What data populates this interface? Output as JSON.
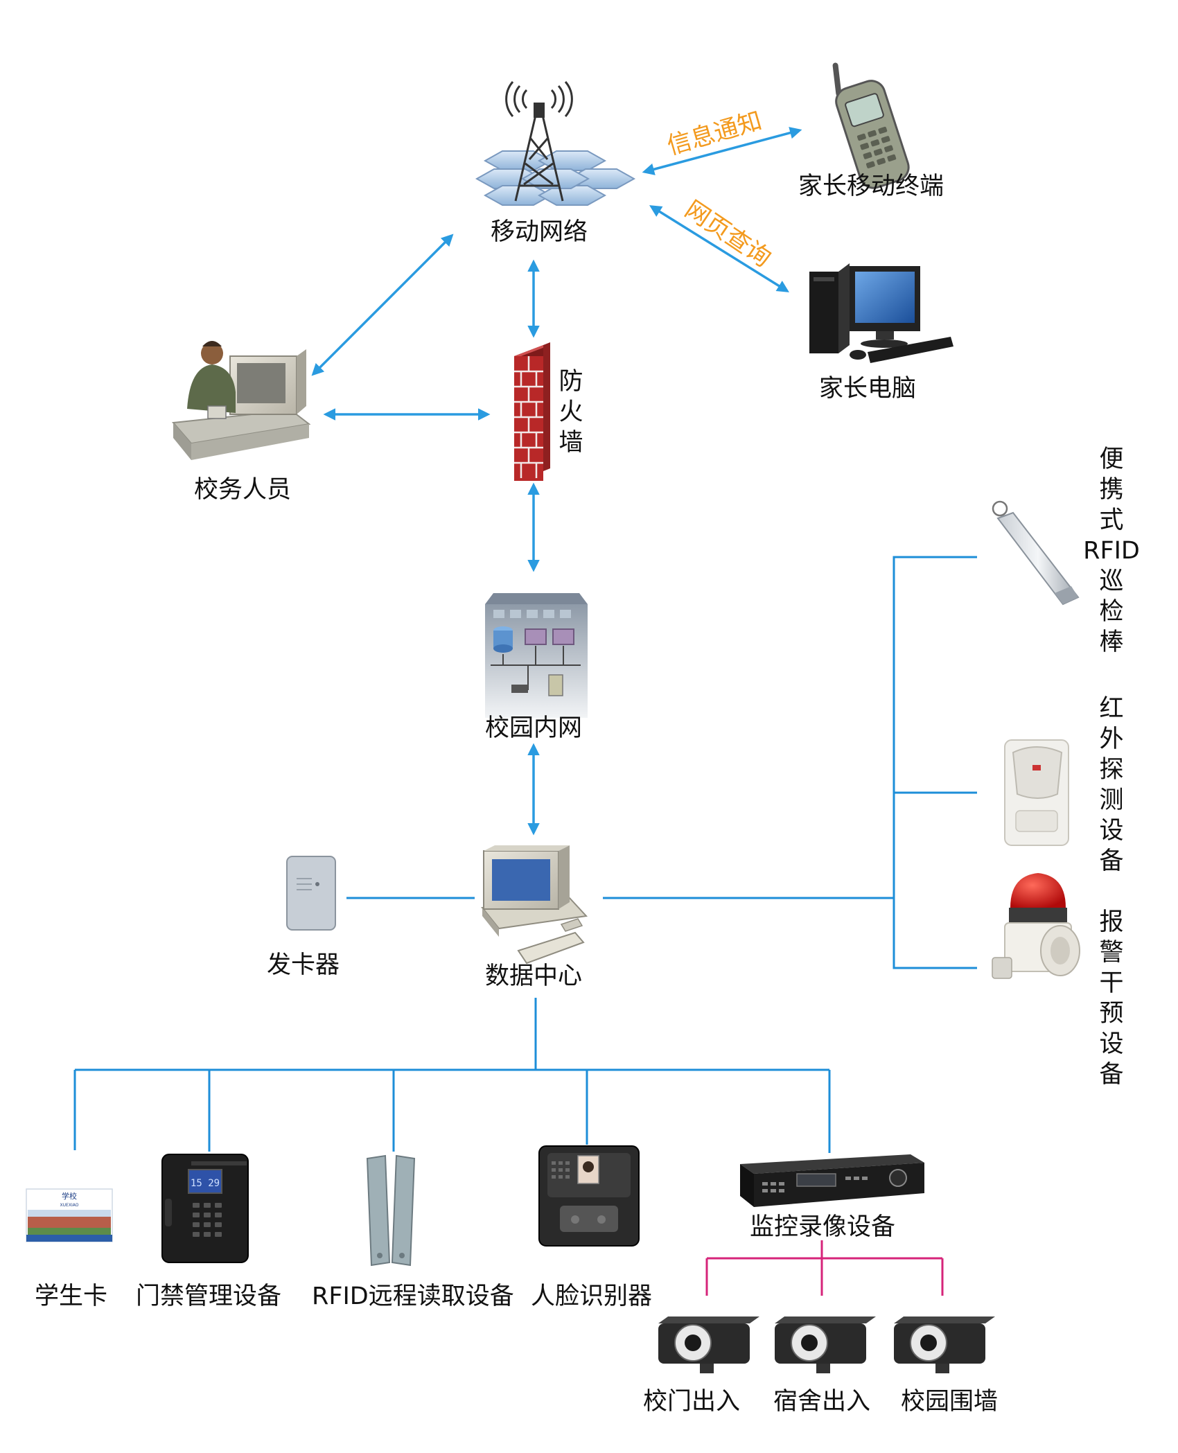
{
  "nodes": {
    "mobile_network": "移动网络",
    "parent_mobile": "家长移动终端",
    "parent_pc": "家长电脑",
    "staff": "校务人员",
    "firewall": [
      "防",
      "火",
      "墙"
    ],
    "campus_lan": "校园内网",
    "card_issuer": "发卡器",
    "data_center": "数据中心",
    "rfid_patrol": [
      "便",
      "携",
      "式",
      "RFID",
      "巡",
      "检",
      "棒"
    ],
    "infrared": [
      "红",
      "外",
      "探",
      "测",
      "设",
      "备"
    ],
    "alarm": [
      "报",
      "警",
      "干",
      "预",
      "设",
      "备"
    ],
    "student_card": "学生卡",
    "access_control": "门禁管理设备",
    "rfid_reader": "RFID远程读取设备",
    "face_recognition": "人脸识别器",
    "video_recorder": "监控录像设备",
    "camera_gate": "校门出入",
    "camera_dorm": "宿舍出入",
    "camera_wall": "校园围墙"
  },
  "edge_labels": {
    "sms_notify": "信息通知",
    "web_query": "网页查询"
  },
  "card_text": {
    "title": "学校",
    "sub": "XUEXIAO"
  },
  "clock_display": "15 29",
  "colors": {
    "connector": "#1d8ed8",
    "arrow": "#2a9be0",
    "camera_connector": "#d6247a",
    "edge_label": "#f39a1e"
  }
}
